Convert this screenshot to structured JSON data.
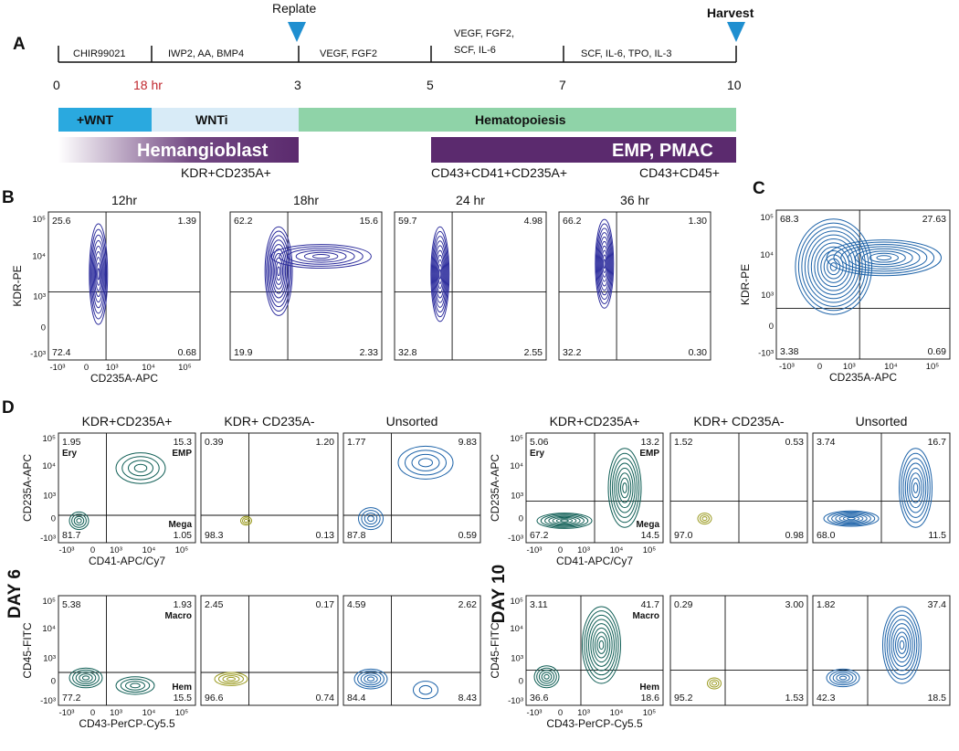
{
  "panel_labels": [
    "A",
    "B",
    "C",
    "D"
  ],
  "timeline": {
    "replate": "Replate",
    "harvest": "Harvest",
    "segments": [
      "CHIR99021",
      "IWP2, AA, BMP4",
      "VEGF, FGF2",
      "VEGF, FGF2, SCF, IL-6",
      "SCF, IL-6, TPO, IL-3"
    ],
    "days": [
      "0",
      "18 hr",
      "3",
      "5",
      "7",
      "10"
    ],
    "bars": {
      "wnt": "+WNT",
      "wnti": "WNTi",
      "hematopoiesis": "Hematopoiesis",
      "hemangioblast": "Hemangioblast",
      "emp": "EMP, PMAC"
    },
    "markers": [
      "KDR+CD235A+",
      "CD43+CD41+CD235A+",
      "CD43+CD45+"
    ],
    "colors": {
      "wnt": "#2aa9df",
      "wnti": "#d8ebf7",
      "hematopoiesis": "#8fd3a8",
      "purple": "#5b2a6e",
      "red": "#c0272d",
      "arrow": "#1f8fd0"
    }
  },
  "panelB": {
    "titles": [
      "12hr",
      "18hr",
      "24 hr",
      "36 hr"
    ],
    "ylabel": "KDR-PE",
    "xlabel": "CD235A-APC",
    "quadrants": [
      [
        "25.6",
        "1.39",
        "72.4",
        "0.68"
      ],
      [
        "62.2",
        "15.6",
        "19.9",
        "2.33"
      ],
      [
        "59.7",
        "4.98",
        "32.8",
        "2.55"
      ],
      [
        "66.2",
        "1.30",
        "32.2",
        "0.30"
      ]
    ]
  },
  "panelC": {
    "ylabel": "KDR-PE",
    "xlabel": "CD235A-APC",
    "quadrants": [
      "68.3",
      "27.63",
      "3.38",
      "0.69"
    ]
  },
  "panelD": {
    "day6": "DAY 6",
    "day10": "DAY 10",
    "titles": [
      "KDR+CD235A+",
      "KDR+ CD235A-",
      "Unsorted"
    ],
    "top_ylabel": "CD235A-APC",
    "top_xlabel": "CD41-APC/Cy7",
    "bottom_ylabel": "CD45-FITC",
    "bottom_xlabel": "CD43-PerCP-Cy5.5",
    "gates_top": [
      "Ery",
      "EMP",
      "Mega"
    ],
    "gates_bottom": [
      "Macro",
      "Hem"
    ],
    "day6_top": [
      [
        "1.95",
        "15.3",
        "81.7",
        "1.05"
      ],
      [
        "0.39",
        "1.20",
        "98.3",
        "0.13"
      ],
      [
        "1.77",
        "9.83",
        "87.8",
        "0.59"
      ]
    ],
    "day6_bottom": [
      [
        "5.38",
        "1.93",
        "77.2",
        "15.5"
      ],
      [
        "2.45",
        "0.17",
        "96.6",
        "0.74"
      ],
      [
        "4.59",
        "2.62",
        "84.4",
        "8.43"
      ]
    ],
    "day10_top": [
      [
        "5.06",
        "13.2",
        "67.2",
        "14.5"
      ],
      [
        "1.52",
        "0.53",
        "97.0",
        "0.98"
      ],
      [
        "3.74",
        "16.7",
        "68.0",
        "11.5"
      ]
    ],
    "day10_bottom": [
      [
        "3.11",
        "41.7",
        "36.6",
        "18.6"
      ],
      [
        "0.29",
        "3.00",
        "95.2",
        "1.53"
      ],
      [
        "1.82",
        "37.4",
        "42.3",
        "18.5"
      ]
    ],
    "colors": {
      "sorted": "#0f5e55",
      "neg": "#9a9a1f",
      "unsorted": "#1c62a8",
      "panelB": "#2c2c9c",
      "panelC": "#1c62a8"
    }
  },
  "ticks": {
    "y": [
      "10⁵",
      "10⁴",
      "10³",
      "0",
      "-10³"
    ],
    "x": [
      "-10³",
      "0",
      "10³",
      "10⁴",
      "10⁵"
    ]
  }
}
